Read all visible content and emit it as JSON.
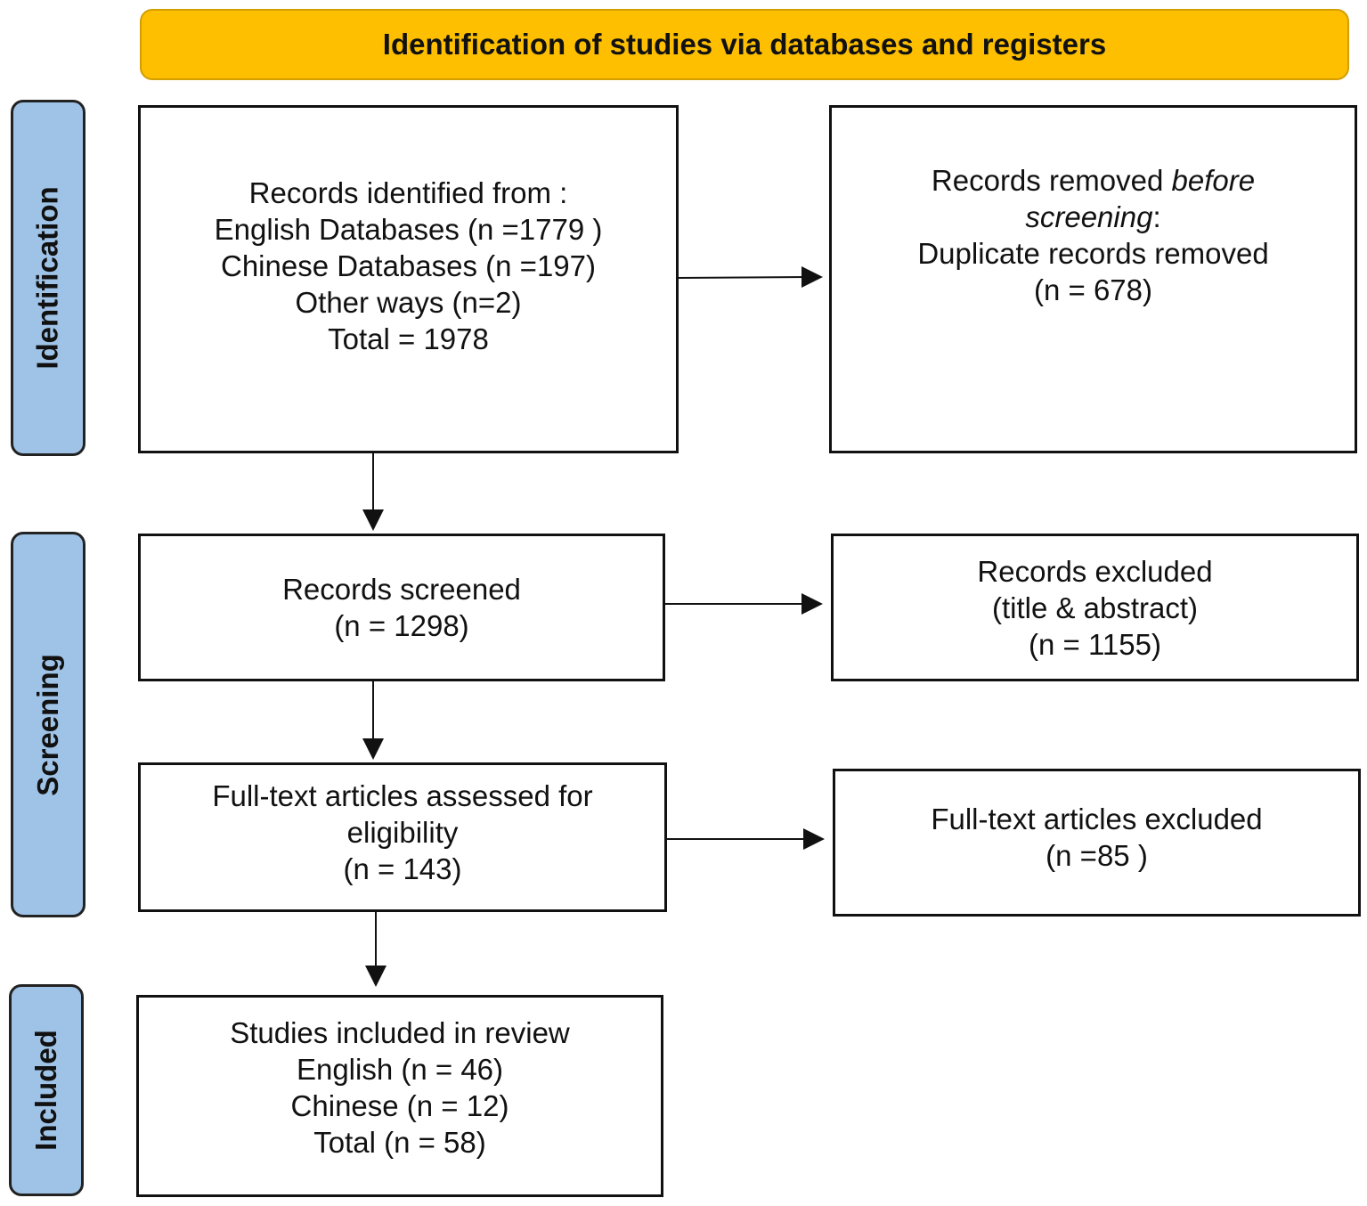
{
  "header": {
    "title": "Identification of studies via databases and registers",
    "color": "#fdbf00"
  },
  "phases": {
    "identification": "Identification",
    "screening": "Screening",
    "included": "Included",
    "color": "#9fc3e7"
  },
  "identified": {
    "line1": "Records identified from :",
    "line2": "English Databases (n =1779 )",
    "line3": "Chinese Databases (n =197)",
    "line4": "Other ways (n=2)",
    "line5": "Total = 1978"
  },
  "removed": {
    "line1_pre": "Records removed ",
    "line1_em": "before",
    "line2_em": "screening",
    "line2_post": ":",
    "line3": "Duplicate records removed",
    "line4": "(n = 678)"
  },
  "screened": {
    "line1": "Records screened",
    "line2": "(n = 1298)"
  },
  "excluded_records": {
    "line1": "Records excluded",
    "line2": "(title & abstract)",
    "line3": "(n = 1155)"
  },
  "fulltext_assessed": {
    "line1": "Full-text articles assessed for",
    "line2": "eligibility",
    "line3": "(n = 143)"
  },
  "fulltext_excluded": {
    "line1": "Full-text articles excluded",
    "line2": "(n =85 )"
  },
  "included_studies": {
    "line1": "Studies included in review",
    "line2": "English (n = 46)",
    "line3": "Chinese (n = 12)",
    "line4": "Total (n = 58)"
  }
}
